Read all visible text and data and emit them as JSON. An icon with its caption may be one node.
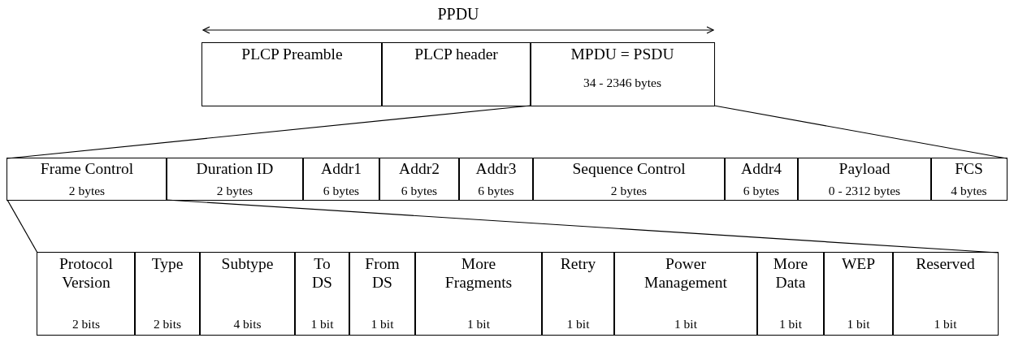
{
  "diagram": {
    "nodes": [
      {
        "text": [
          "PLCP Preamble"
        ]
      },
      {
        "text": [
          "PLCP header"
        ]
      },
      {
        "text": [
          "MPDU = PSDU",
          "34 - 2346 bytes"
        ]
      },
      {
        "text": [
          "Frame Control",
          "2 bytes"
        ]
      },
      {
        "text": [
          "Duration ID",
          "2 bytes"
        ]
      },
      {
        "text": [
          "Addr1",
          "6 bytes"
        ]
      },
      {
        "text": [
          "Addr2",
          "6 bytes"
        ]
      },
      {
        "text": [
          "Addr3",
          "6 bytes"
        ]
      },
      {
        "text": [
          "Sequence Control",
          "2 bytes"
        ]
      },
      {
        "text": [
          "Addr4",
          "6 bytes"
        ]
      },
      {
        "text": [
          "Payload",
          "0 - 2312 bytes"
        ]
      },
      {
        "text": [
          "FCS",
          "4 bytes"
        ]
      },
      {
        "text": [
          "Protocol Version",
          "2 bits"
        ]
      },
      {
        "text": [
          "Type",
          "2 bits"
        ]
      },
      {
        "text": [
          "Subtype",
          "4 bits"
        ]
      },
      {
        "text": [
          "To DS",
          "1 bit"
        ]
      },
      {
        "text": [
          "From DS",
          "1 bit"
        ]
      },
      {
        "text": [
          "More Fragments",
          "1 bit"
        ]
      },
      {
        "text": [
          "Retry",
          "1 bit"
        ]
      },
      {
        "text": [
          "Power Management",
          "1 bit"
        ]
      },
      {
        "text": [
          "More Data",
          "1 bit"
        ]
      },
      {
        "text": [
          "WEP",
          "1 bit"
        ]
      },
      {
        "text": [
          "Reserved",
          "1 bit"
        ]
      }
    ],
    "edges": [
      {
        "from": 2,
        "to": 3,
        "arrow": "none"
      },
      {
        "from": 2,
        "to": 11,
        "arrow": "none"
      },
      {
        "from": 3,
        "to": 12,
        "arrow": "none"
      },
      {
        "from": 3,
        "to": 22,
        "arrow": "none"
      }
    ],
    "labels": [
      "PPDU"
    ]
  }
}
